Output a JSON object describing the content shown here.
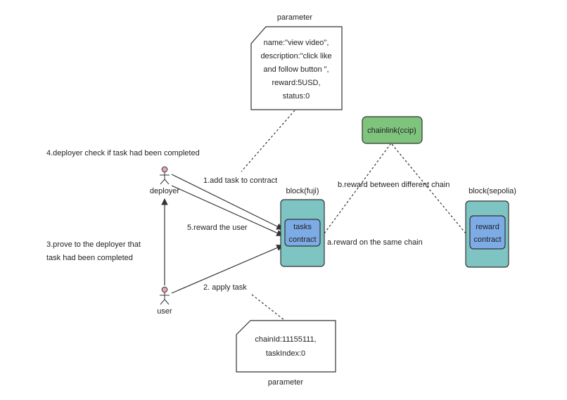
{
  "colors": {
    "chain_block": "#7ec4c2",
    "contract": "#7cabe6",
    "chainlink": "#7fc47c",
    "stroke": "#333333",
    "actor_head": "#e6aab0"
  },
  "param_top": {
    "title": "parameter",
    "lines": [
      "name:\"view video\",",
      "description:\"click like",
      "and follow button \",",
      "reward:5USD,",
      "status:0"
    ]
  },
  "param_bottom": {
    "title": "parameter",
    "lines": [
      "chainId:11155111,",
      "taskIndex:0"
    ]
  },
  "actors": {
    "deployer": "deployer",
    "user": "user"
  },
  "blocks": {
    "fuji_label": "block(fuji)",
    "fuji_contract": [
      "tasks",
      "contract"
    ],
    "sepolia_label": "block(sepolia)",
    "sepolia_contract": [
      "reward",
      "contract"
    ],
    "chainlink": "chainlink(ccip)"
  },
  "edge_labels": {
    "step1": "1.add task to contract",
    "step2": "2. apply task",
    "step3_line1": "3.prove to the deployer  that",
    "step3_line2": "task had been completed",
    "step4": "4.deployer check if task had been completed",
    "step5": "5.reward the user",
    "a": "a.reward on the same chain",
    "b": "b.reward between different chain"
  },
  "icons": {
    "actor": "person-stick-figure-icon"
  }
}
